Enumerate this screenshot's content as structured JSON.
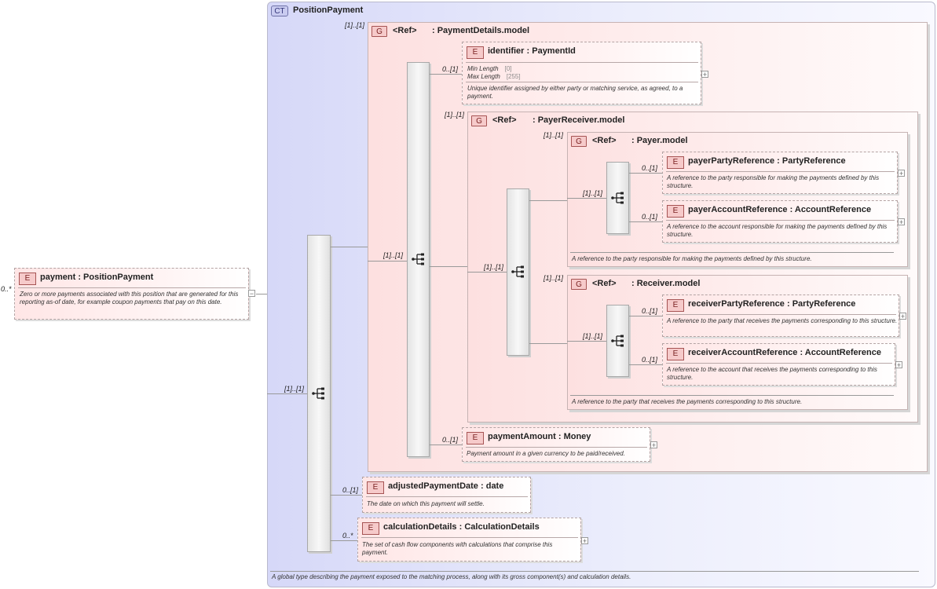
{
  "complex_type": {
    "badge": "CT",
    "name": "PositionPayment",
    "documentation": "A global type describing the payment exposed to the matching process, along with its gross component(s) and calculation details."
  },
  "root_element": {
    "badge": "E",
    "name": "payment",
    "type": ": PositionPayment",
    "cardinality": "0..*",
    "documentation": "Zero or more payments associated with this position that are generated for this reporting as-of date, for example coupon payments that pay on this date.",
    "toggle": "−"
  },
  "main_sequence": {
    "cardinality": "[1]..[1]"
  },
  "payment_details_group": {
    "badge": "G",
    "ref": "<Ref>",
    "name": ": PaymentDetails.model",
    "cardinality": "[1]..[1]",
    "sequence_cardinality": "[1]..[1]"
  },
  "identifier": {
    "badge": "E",
    "name": "identifier",
    "type": ": PaymentId",
    "cardinality": "0..[1]",
    "facets": [
      {
        "label": "Min Length",
        "value": "[0]"
      },
      {
        "label": "Max Length",
        "value": "[255]"
      }
    ],
    "documentation": "Unique identifier assigned by either party or matching service, as agreed, to a payment.",
    "toggle": "+"
  },
  "payer_receiver_group": {
    "badge": "G",
    "ref": "<Ref>",
    "name": ": PayerReceiver.model",
    "cardinality": "[1]..[1]",
    "sequence_cardinality": "[1]..[1]"
  },
  "payer_group": {
    "badge": "G",
    "ref": "<Ref>",
    "name": ": Payer.model",
    "cardinality": "[1]..[1]",
    "sequence_cardinality": "[1]..[1]",
    "documentation": "A reference to the party responsible for making the payments defined by this structure."
  },
  "payer_party_reference": {
    "badge": "E",
    "name": "payerPartyReference",
    "type": ": PartyReference",
    "cardinality": "0..[1]",
    "documentation": "A reference to the party responsible for making the payments defined by this structure.",
    "toggle": "+"
  },
  "payer_account_reference": {
    "badge": "E",
    "name": "payerAccountReference",
    "type": ": AccountReference",
    "cardinality": "0..[1]",
    "documentation": "A reference to the account responsible for making the payments defined by this structure.",
    "toggle": "+"
  },
  "receiver_group": {
    "badge": "G",
    "ref": "<Ref>",
    "name": ": Receiver.model",
    "cardinality": "[1]..[1]",
    "sequence_cardinality": "[1]..[1]",
    "documentation": "A reference to the party that receives the payments corresponding to this structure."
  },
  "receiver_party_reference": {
    "badge": "E",
    "name": "receiverPartyReference",
    "type": ": PartyReference",
    "cardinality": "0..[1]",
    "documentation": "A reference to the party that receives the payments corresponding to this structure.",
    "toggle": "+"
  },
  "receiver_account_reference": {
    "badge": "E",
    "name": "receiverAccountReference",
    "type": ": AccountReference",
    "cardinality": "0..[1]",
    "documentation": "A reference to the account that receives the payments corresponding to this structure.",
    "toggle": "+"
  },
  "payment_amount": {
    "badge": "E",
    "name": "paymentAmount",
    "type": ": Money",
    "cardinality": "0..[1]",
    "documentation": "Payment amount in a given currency to be paid/received.",
    "toggle": "+"
  },
  "adjusted_payment_date": {
    "badge": "E",
    "name": "adjustedPaymentDate",
    "type": ": date",
    "cardinality": "0..[1]",
    "documentation": "The date on which this payment will settle."
  },
  "calculation_details": {
    "badge": "E",
    "name": "calculationDetails",
    "type": ": CalculationDetails",
    "cardinality": "0..*",
    "documentation": "The set of cash flow components with calculations that comprise this payment.",
    "toggle": "+"
  }
}
